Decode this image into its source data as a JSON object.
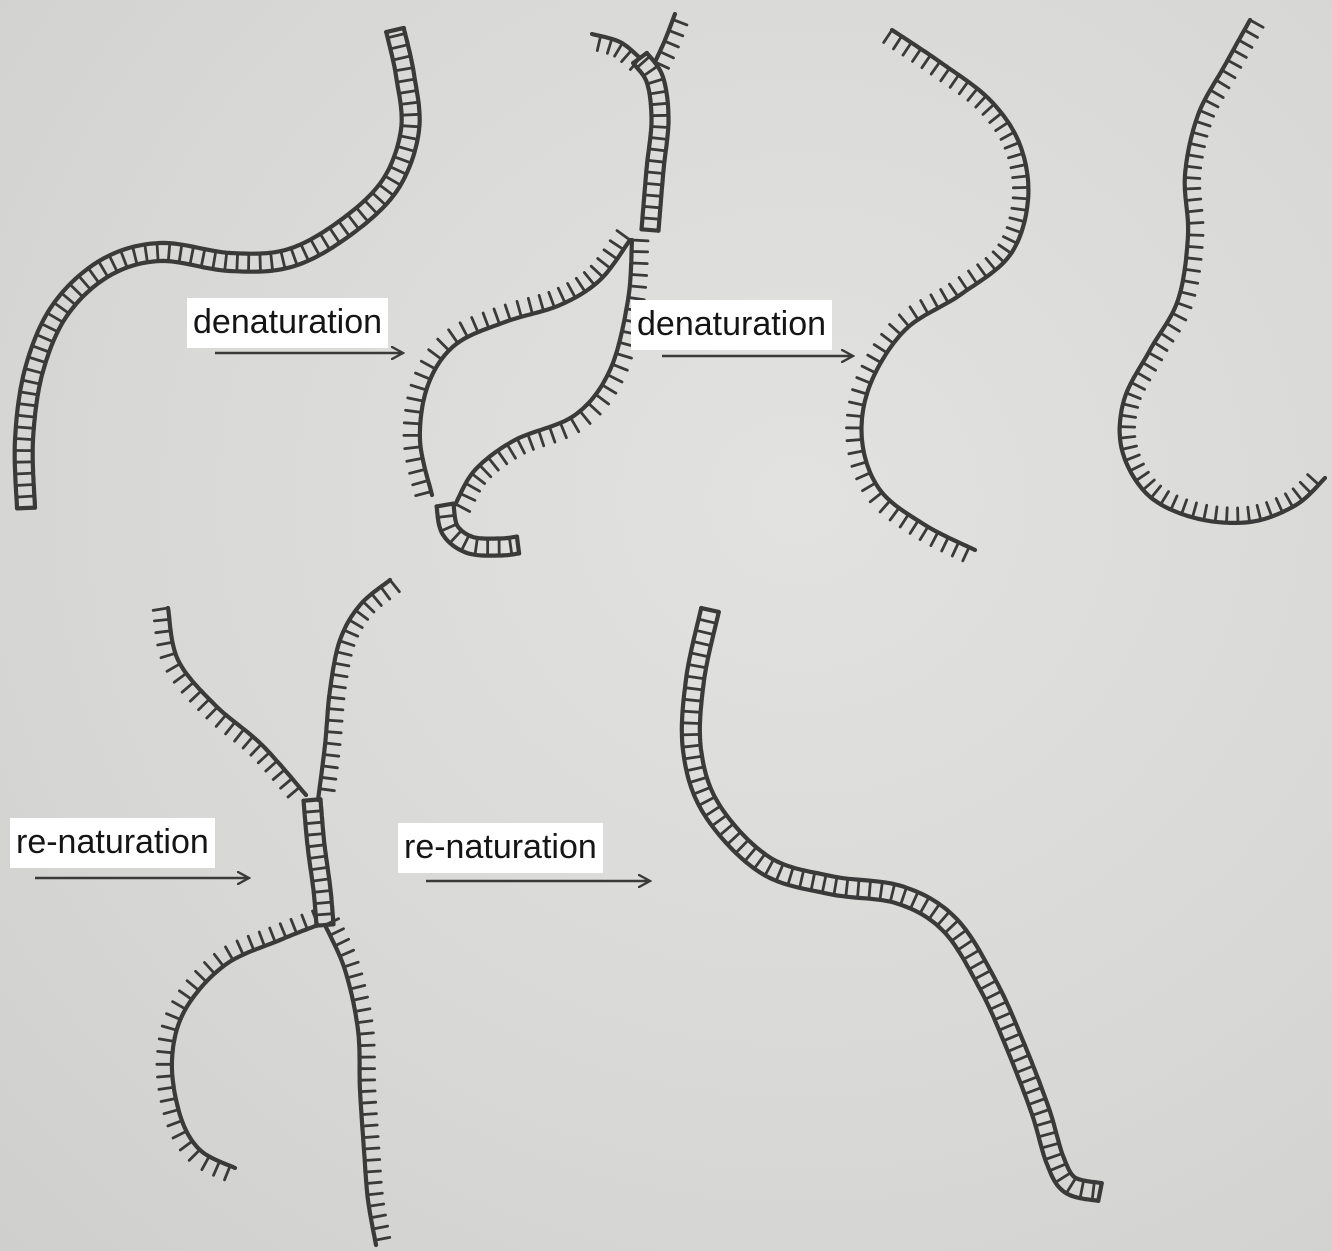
{
  "labels": {
    "denaturation_1": "denaturation",
    "denaturation_2": "denaturation",
    "renaturation_1": "re-naturation",
    "renaturation_2": "re-naturation"
  },
  "colors": {
    "background": "#d9d9d7",
    "ink": "#3a3a3a",
    "label_background": "#ffffff"
  }
}
